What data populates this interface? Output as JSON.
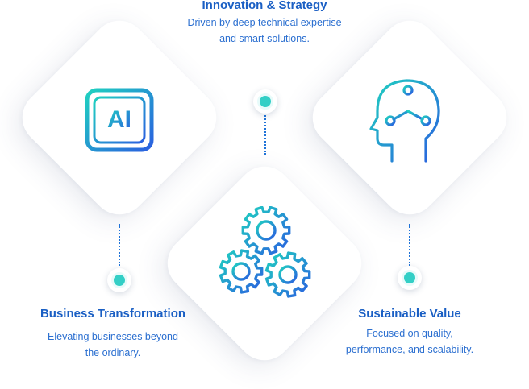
{
  "colors": {
    "accent_blue": "#1a5fc4",
    "accent_teal": "#33cfc6",
    "gradient_start": "#1fd1c0",
    "gradient_end": "#2a5fe0"
  },
  "icons": {
    "ai_chip": "ai-chip-icon",
    "ai_chip_text": "AI",
    "brain_head": "brain-head-icon",
    "gears": "gears-icon"
  },
  "sections": {
    "innovation": {
      "title": "Innovation & Strategy",
      "desc_line1": "Driven by deep technical expertise",
      "desc_line2": "and smart solutions."
    },
    "business": {
      "title": "Business Transformation",
      "desc_line1": "Elevating businesses beyond",
      "desc_line2": "the ordinary."
    },
    "sustainable": {
      "title": "Sustainable Value",
      "desc_line1": "Focused on quality,",
      "desc_line2": "performance, and scalability."
    }
  }
}
